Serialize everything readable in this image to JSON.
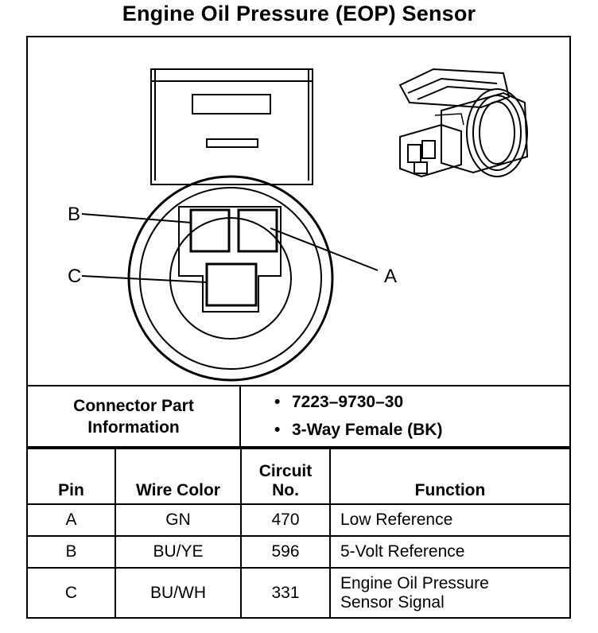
{
  "title": "Engine Oil Pressure (EOP) Sensor",
  "diagram": {
    "callouts": {
      "a": "A",
      "b": "B",
      "c": "C"
    }
  },
  "connector_info": {
    "label_line1": "Connector Part",
    "label_line2": "Information",
    "items": [
      "7223–9730–30",
      "3-Way Female (BK)"
    ]
  },
  "table": {
    "headers": {
      "pin": "Pin",
      "wire_color": "Wire Color",
      "circuit_line1": "Circuit",
      "circuit_line2": "No.",
      "function": "Function"
    },
    "rows": [
      {
        "pin": "A",
        "wire_color": "GN",
        "circuit": "470",
        "function_line1": "Low Reference",
        "function_line2": ""
      },
      {
        "pin": "B",
        "wire_color": "BU/YE",
        "circuit": "596",
        "function_line1": "5-Volt Reference",
        "function_line2": ""
      },
      {
        "pin": "C",
        "wire_color": "BU/WH",
        "circuit": "331",
        "function_line1": "Engine Oil Pressure",
        "function_line2": "Sensor Signal"
      }
    ]
  }
}
